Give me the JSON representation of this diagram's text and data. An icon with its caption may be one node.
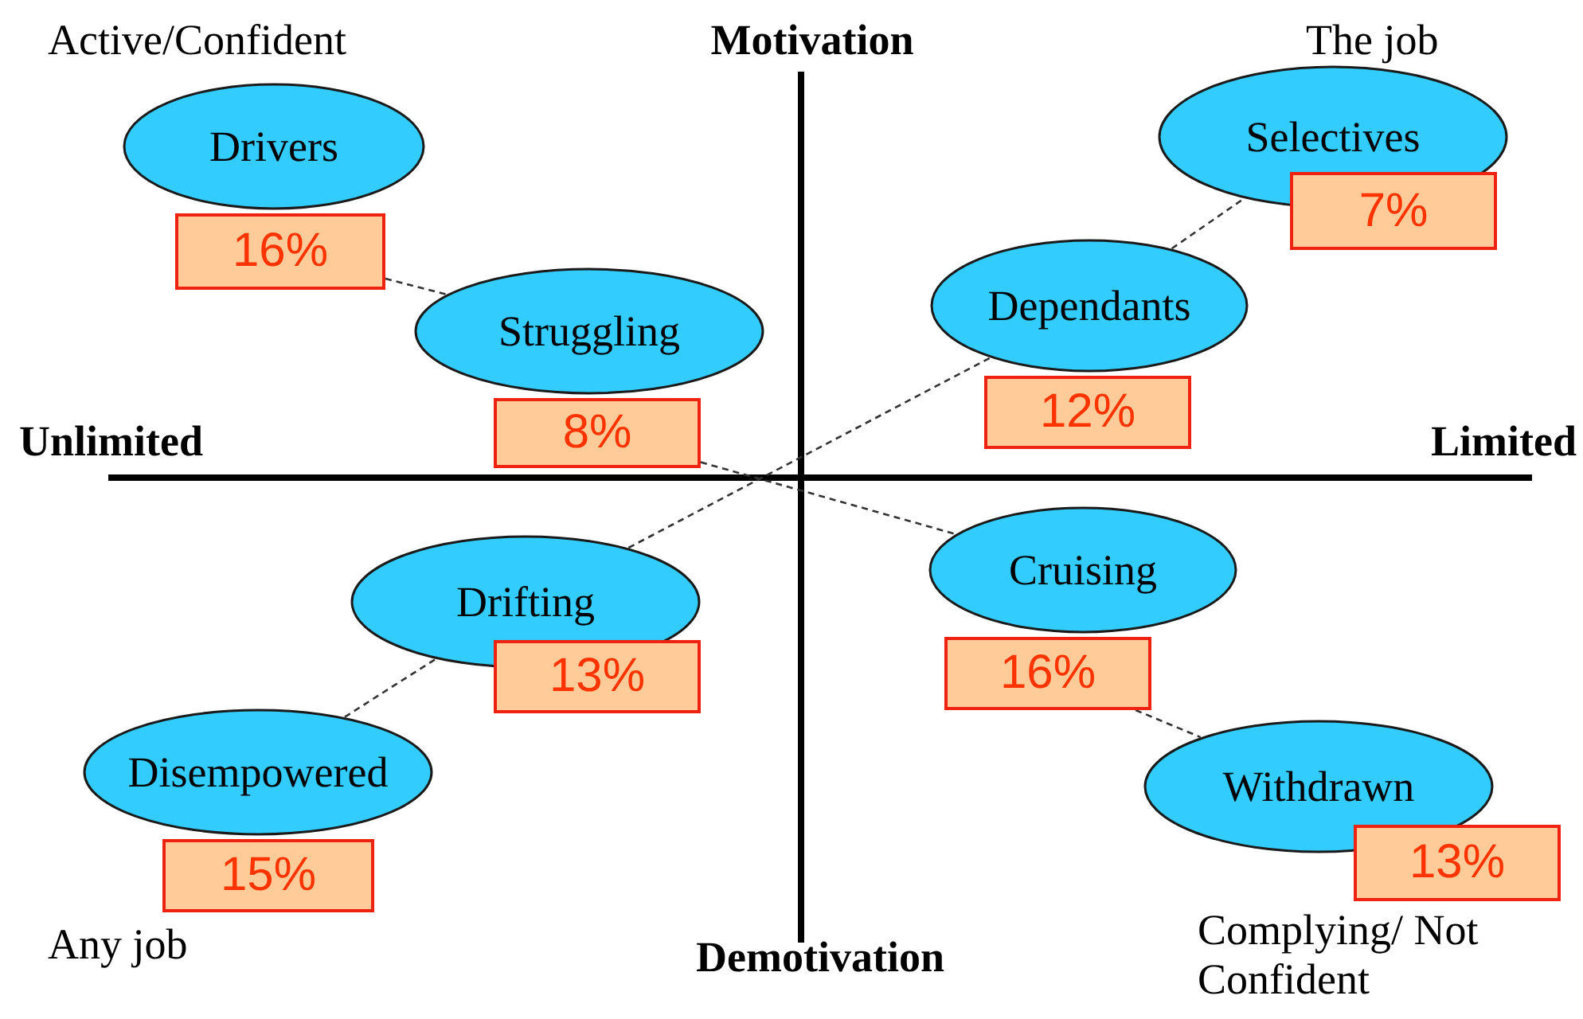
{
  "diagram": {
    "nodes": [
      {
        "text": [
          "Drivers"
        ]
      },
      {
        "text": [
          "16%"
        ]
      },
      {
        "text": [
          "Selectives"
        ]
      },
      {
        "text": [
          "7%"
        ]
      },
      {
        "text": [
          "Dependants"
        ]
      },
      {
        "text": [
          "12%"
        ]
      },
      {
        "text": [
          "Struggling"
        ]
      },
      {
        "text": [
          "8%"
        ]
      },
      {
        "text": [
          "Drifting"
        ]
      },
      {
        "text": [
          "13%"
        ]
      },
      {
        "text": [
          "Cruising"
        ]
      },
      {
        "text": [
          "16%"
        ]
      },
      {
        "text": [
          "Disempowered"
        ]
      },
      {
        "text": [
          "15%"
        ]
      },
      {
        "text": [
          "Withdrawn"
        ]
      },
      {
        "text": [
          "13%"
        ]
      }
    ],
    "edges": [
      {
        "from": 1,
        "to": 6,
        "arrow": "none",
        "style": "dashed"
      },
      {
        "from": 7,
        "to": 10,
        "arrow": "none",
        "style": "dashed"
      },
      {
        "from": 11,
        "to": 14,
        "arrow": "none",
        "style": "dashed"
      },
      {
        "from": 12,
        "to": 8,
        "arrow": "none",
        "style": "dashed"
      },
      {
        "from": 8,
        "to": 4,
        "arrow": "none",
        "style": "dashed"
      },
      {
        "from": 4,
        "to": 2,
        "arrow": "none",
        "style": "dashed"
      }
    ],
    "labels": [
      "Active/Confident",
      "Motivation",
      "The job",
      "Unlimited",
      "Limited",
      "Any job",
      "Demotivation",
      "Complying/ Not Confident"
    ]
  }
}
